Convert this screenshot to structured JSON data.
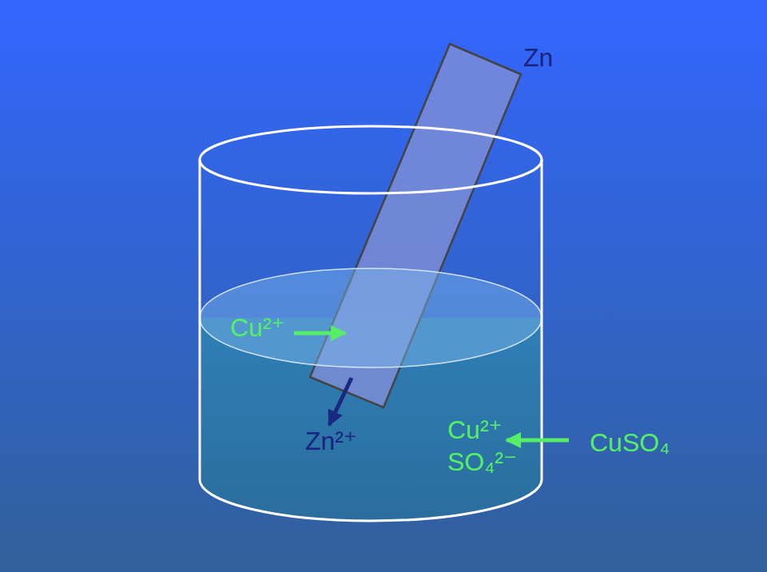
{
  "diagram": {
    "labels": [
      "Zn",
      "Cu²⁺",
      "Zn²⁺",
      "Cu²⁺",
      "SO₄²⁻",
      "CuSO₄"
    ]
  }
}
